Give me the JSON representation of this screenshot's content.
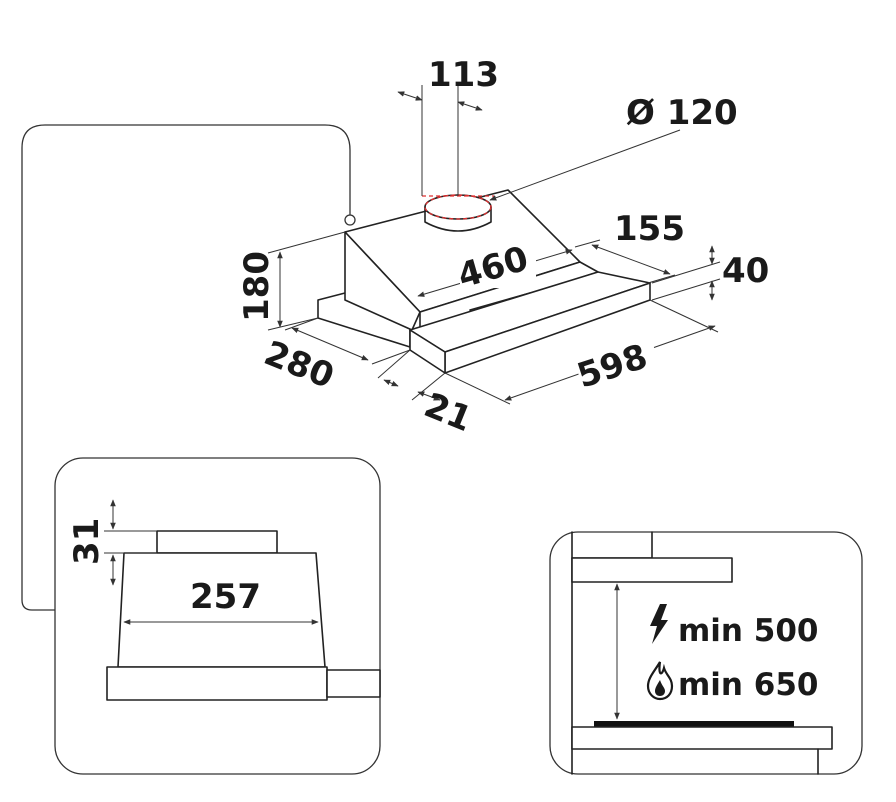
{
  "main_view": {
    "dim_113": "113",
    "dim_120": "Ø 120",
    "dim_155": "155",
    "dim_40": "40",
    "dim_180": "180",
    "dim_460": "460",
    "dim_280": "280",
    "dim_598": "598",
    "dim_21": "21"
  },
  "side_view": {
    "dim_31": "31",
    "dim_257": "257"
  },
  "clearance_view": {
    "electric_label": "min 500",
    "gas_label": "min 650",
    "electric_icon": "lightning-bolt-icon",
    "gas_icon": "flame-icon"
  },
  "colors": {
    "line": "#222222",
    "duct_dash": "#e03030"
  }
}
